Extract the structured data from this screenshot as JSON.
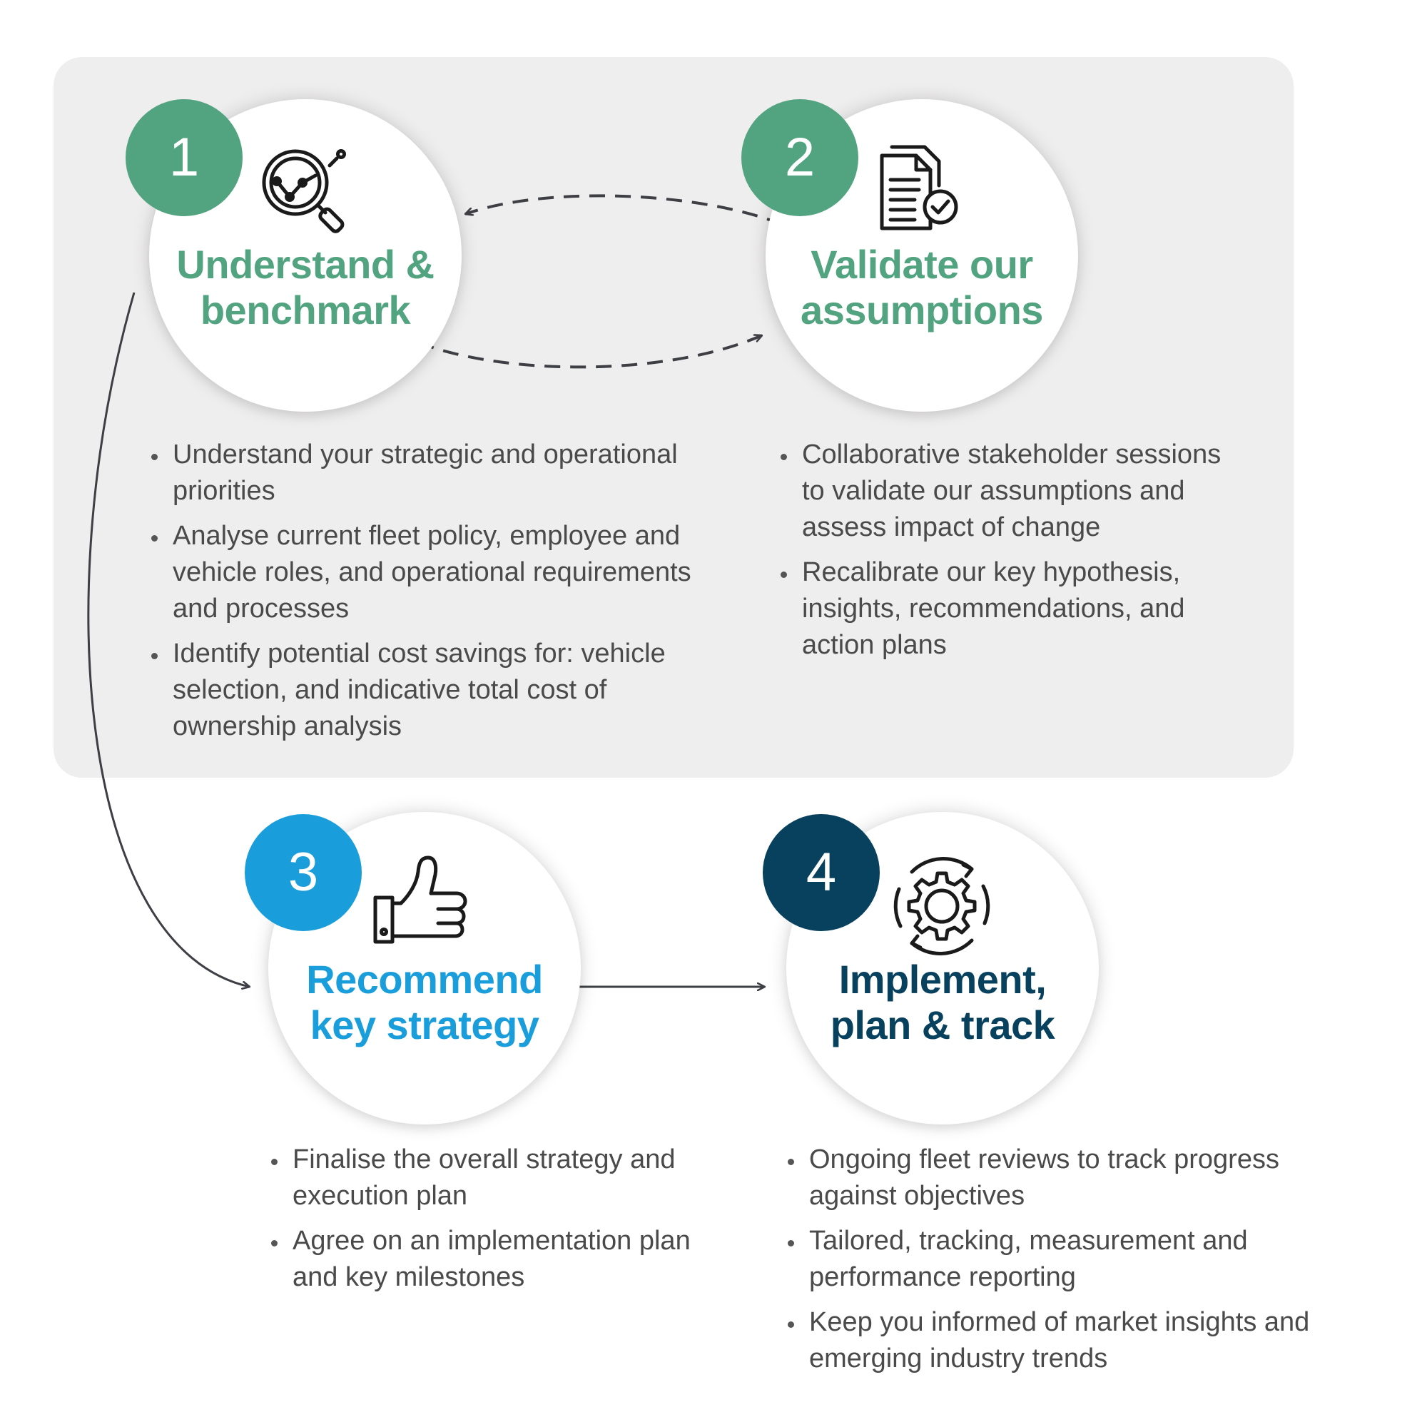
{
  "colors": {
    "green": "#52a37f",
    "blue": "#1a9edb",
    "navy": "#08415e",
    "panel": "#efeeee",
    "text": "#4a4a4a",
    "connector": "#3e3f44"
  },
  "steps": [
    {
      "number": "1",
      "title_line1": "Understand &",
      "title_line2": "benchmark",
      "icon": "magnifier-chart-icon",
      "bullets": [
        "Understand your strategic and operational priorities",
        "Analyse current fleet policy, employee and vehicle roles, and operational requirements and processes",
        "Identify potential cost savings for: vehicle selection, and indicative total cost of ownership analysis"
      ]
    },
    {
      "number": "2",
      "title_line1": "Validate our",
      "title_line2": "assumptions",
      "icon": "document-check-icon",
      "bullets": [
        "Collaborative stakeholder sessions to validate our assumptions and assess impact of change",
        "Recalibrate our key hypothesis, insights, recommendations, and action plans"
      ]
    },
    {
      "number": "3",
      "title_line1": "Recommend",
      "title_line2": "key strategy",
      "icon": "thumbs-up-icon",
      "bullets": [
        "Finalise the overall strategy and execution plan",
        "Agree on an implementation plan and key milestones"
      ]
    },
    {
      "number": "4",
      "title_line1": "Implement,",
      "title_line2": "plan & track",
      "icon": "gear-cycle-icon",
      "bullets": [
        "Ongoing fleet reviews to track progress against objectives",
        "Tailored, tracking, measurement and performance reporting",
        "Keep you informed of market insights and emerging industry trends"
      ]
    }
  ]
}
